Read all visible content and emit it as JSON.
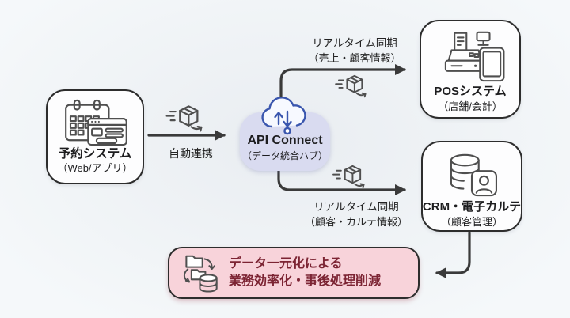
{
  "nodes": {
    "reservation": {
      "title": "予約システム",
      "subtitle": "（Web/アプリ）",
      "icon": "calendar-window-icon"
    },
    "api": {
      "title": "API Connect",
      "subtitle": "（データ統合ハブ）",
      "icon": "cloud-sync-icon"
    },
    "pos": {
      "title": "POSシステム",
      "subtitle": "（店舗/会計）",
      "icon": "cash-register-tablet-icon"
    },
    "crm": {
      "title": "CRM・電子カルテ",
      "subtitle": "（顧客管理）",
      "icon": "database-user-icon"
    },
    "outcome": {
      "line1": "データ一元化による",
      "line2": "業務効率化・事後処理削減",
      "icon": "data-consolidation-icon"
    }
  },
  "edges": {
    "auto": {
      "label": "自動連携"
    },
    "pos_sync": {
      "line1": "リアルタイム同期",
      "line2": "（売上・顧客情報）"
    },
    "crm_sync": {
      "line1": "リアルタイム同期",
      "line2": "（顧客・カルテ情報）"
    }
  },
  "colors": {
    "node-border": "#2d2d2d",
    "api-fill": "#d9dbf0",
    "cloud-stroke": "#3a56ae",
    "arrow-color": "#3a3a3a",
    "outcome-bg": "#f8d3da",
    "outcome-text": "#7c2433"
  }
}
